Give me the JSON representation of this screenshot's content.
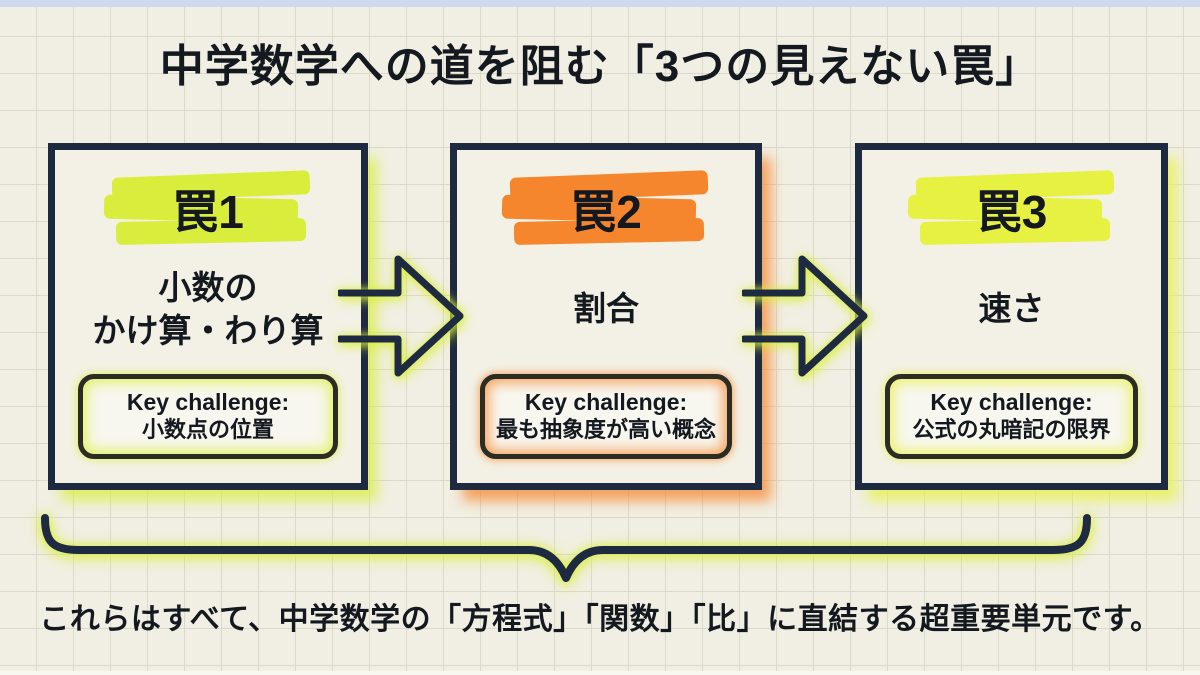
{
  "title": "中学数学への道を阻む「3つの見えない罠」",
  "footer": "これらはすべて、中学数学の「方程式」「関数」「比」に直結する超重要単元です。",
  "traps": [
    {
      "label": "罠1",
      "topic": "小数の\nかけ算・わり算",
      "key_label": "Key challenge:",
      "key_text": "小数点の位置",
      "accent": "#d9ee3c",
      "glow": "#d9ee3cbb"
    },
    {
      "label": "罠2",
      "topic": "割合",
      "key_label": "Key challenge:",
      "key_text": "最も抽象度が高い概念",
      "accent": "#f6862e",
      "glow": "#f6862ebb"
    },
    {
      "label": "罠3",
      "topic": "速さ",
      "key_label": "Key challenge:",
      "key_text": "公式の丸暗記の限界",
      "accent": "#e7f141",
      "glow": "#e7f141bb"
    }
  ],
  "colors": {
    "background": "#f1efe3",
    "grid": "#dbd9c9",
    "border": "#1e2a40",
    "text": "#14181f",
    "key_box_bg": "#f8f7ef",
    "key_box_border": "#2b2d22",
    "arrow_glow": "#d9ee3cc8"
  }
}
